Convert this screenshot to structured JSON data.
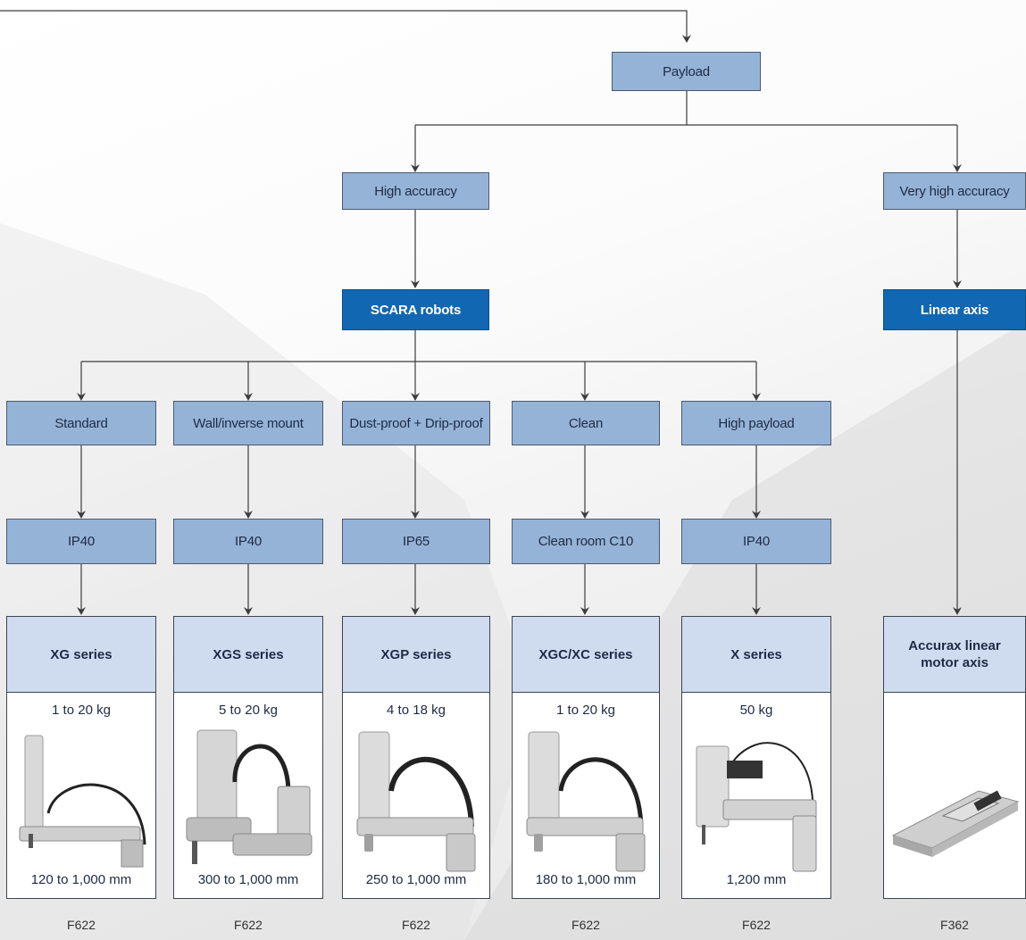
{
  "nodes": {
    "payload": "Payload",
    "high_accuracy": "High accuracy",
    "very_high_accuracy": "Very high accuracy",
    "scara": "SCARA robots",
    "linear_axis": "Linear axis",
    "types": [
      "Standard",
      "Wall/inverse mount",
      "Dust-proof + Drip-proof",
      "Clean",
      "High payload"
    ],
    "ratings": [
      "IP40",
      "IP40",
      "IP65",
      "Clean room C10",
      "IP40"
    ]
  },
  "products": [
    {
      "name": "XG series",
      "payload": "1 to 20 kg",
      "reach": "120 to 1,000 mm",
      "code": "F622"
    },
    {
      "name": "XGS series",
      "payload": "5 to 20 kg",
      "reach": "300 to 1,000 mm",
      "code": "F622"
    },
    {
      "name": "XGP series",
      "payload": "4 to 18 kg",
      "reach": "250 to 1,000 mm",
      "code": "F622"
    },
    {
      "name": "XGC/XC series",
      "payload": "1 to 20 kg",
      "reach": "180 to 1,000 mm",
      "code": "F622"
    },
    {
      "name": "X series",
      "payload": "50 kg",
      "reach": "1,200 mm",
      "code": "F622"
    },
    {
      "name": "Accurax linear motor axis",
      "payload": "",
      "reach": "",
      "code": "F362"
    }
  ],
  "colors": {
    "node_fill": "#95b3d7",
    "highlight_fill": "#1167b1",
    "card_header_fill": "#cfdcf0",
    "connector": "#3c3c3c"
  },
  "icons": {
    "scara_robot": "scara-robot-icon",
    "linear_axis": "linear-motor-axis-icon"
  }
}
